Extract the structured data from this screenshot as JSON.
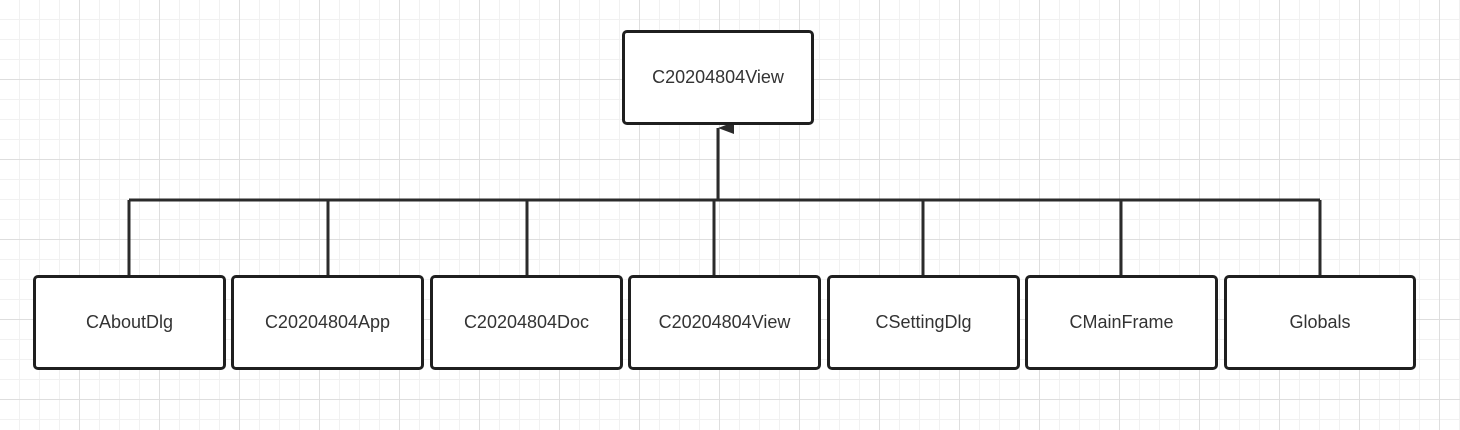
{
  "diagram": {
    "type": "class-hierarchy",
    "parent": {
      "label": "C20204804View"
    },
    "children": [
      {
        "label": "CAboutDlg"
      },
      {
        "label": "C20204804App"
      },
      {
        "label": "C20204804Doc"
      },
      {
        "label": "C20204804View"
      },
      {
        "label": "CSettingDlg"
      },
      {
        "label": "CMainFrame"
      },
      {
        "label": "Globals"
      }
    ],
    "edges": [
      {
        "from": "CAboutDlg",
        "to": "C20204804View"
      },
      {
        "from": "C20204804App",
        "to": "C20204804View"
      },
      {
        "from": "C20204804Doc",
        "to": "C20204804View"
      },
      {
        "from": "C20204804View",
        "to": "C20204804View"
      },
      {
        "from": "CSettingDlg",
        "to": "C20204804View"
      },
      {
        "from": "CMainFrame",
        "to": "C20204804View"
      },
      {
        "from": "Globals",
        "to": "C20204804View"
      }
    ],
    "colors": {
      "stroke": "#1f1f1f",
      "text": "#333333",
      "grid_major": "#dedede",
      "grid_minor": "#f1f1f1",
      "background": "#ffffff"
    }
  }
}
